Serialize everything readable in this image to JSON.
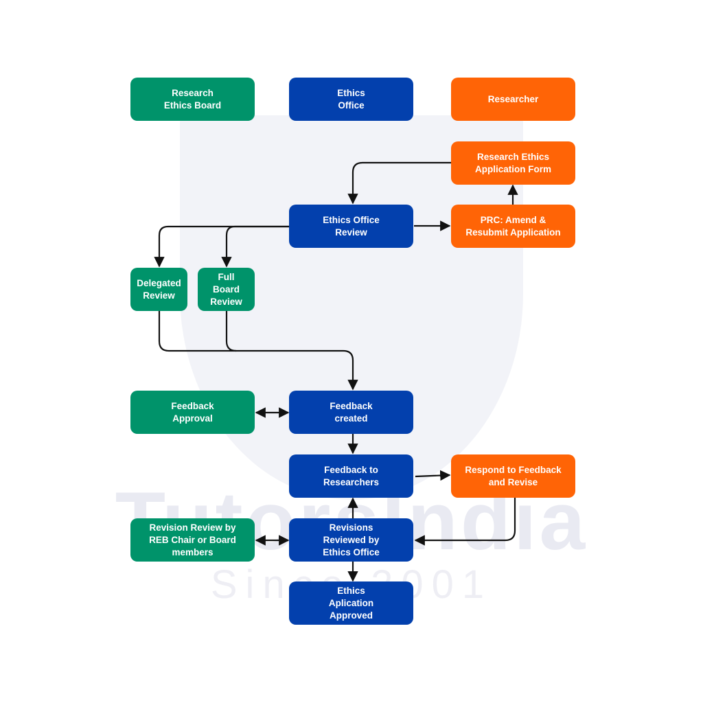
{
  "colors": {
    "board": "#00936a",
    "office": "#0340ad",
    "researcher": "#ff6406",
    "connector": "#111111"
  },
  "watermark": {
    "brand": "TutorsIndia",
    "since": "Since 2001"
  },
  "lanes": {
    "board": "Research\nEthics Board",
    "office": "Ethics\nOffice",
    "researcher": "Researcher"
  },
  "nodes": {
    "application_form": "Research Ethics\nApplication Form",
    "office_review": "Ethics Office\nReview",
    "prc_amend": "PRC: Amend &\nResubmit Application",
    "delegated_review": "Delegated\nReview",
    "full_board_review": "Full\nBoard\nReview",
    "feedback_approval": "Feedback\nApproval",
    "feedback_created": "Feedback\ncreated",
    "feedback_to_researchers": "Feedback to\nResearchers",
    "respond_feedback": "Respond to Feedback\nand Revise",
    "revision_review": "Revision Review by\nREB Chair or Board\nmembers",
    "revisions_reviewed": "Revisions\nReviewed by\nEthics Office",
    "application_approved": "Ethics\nAplication\nApproved"
  }
}
